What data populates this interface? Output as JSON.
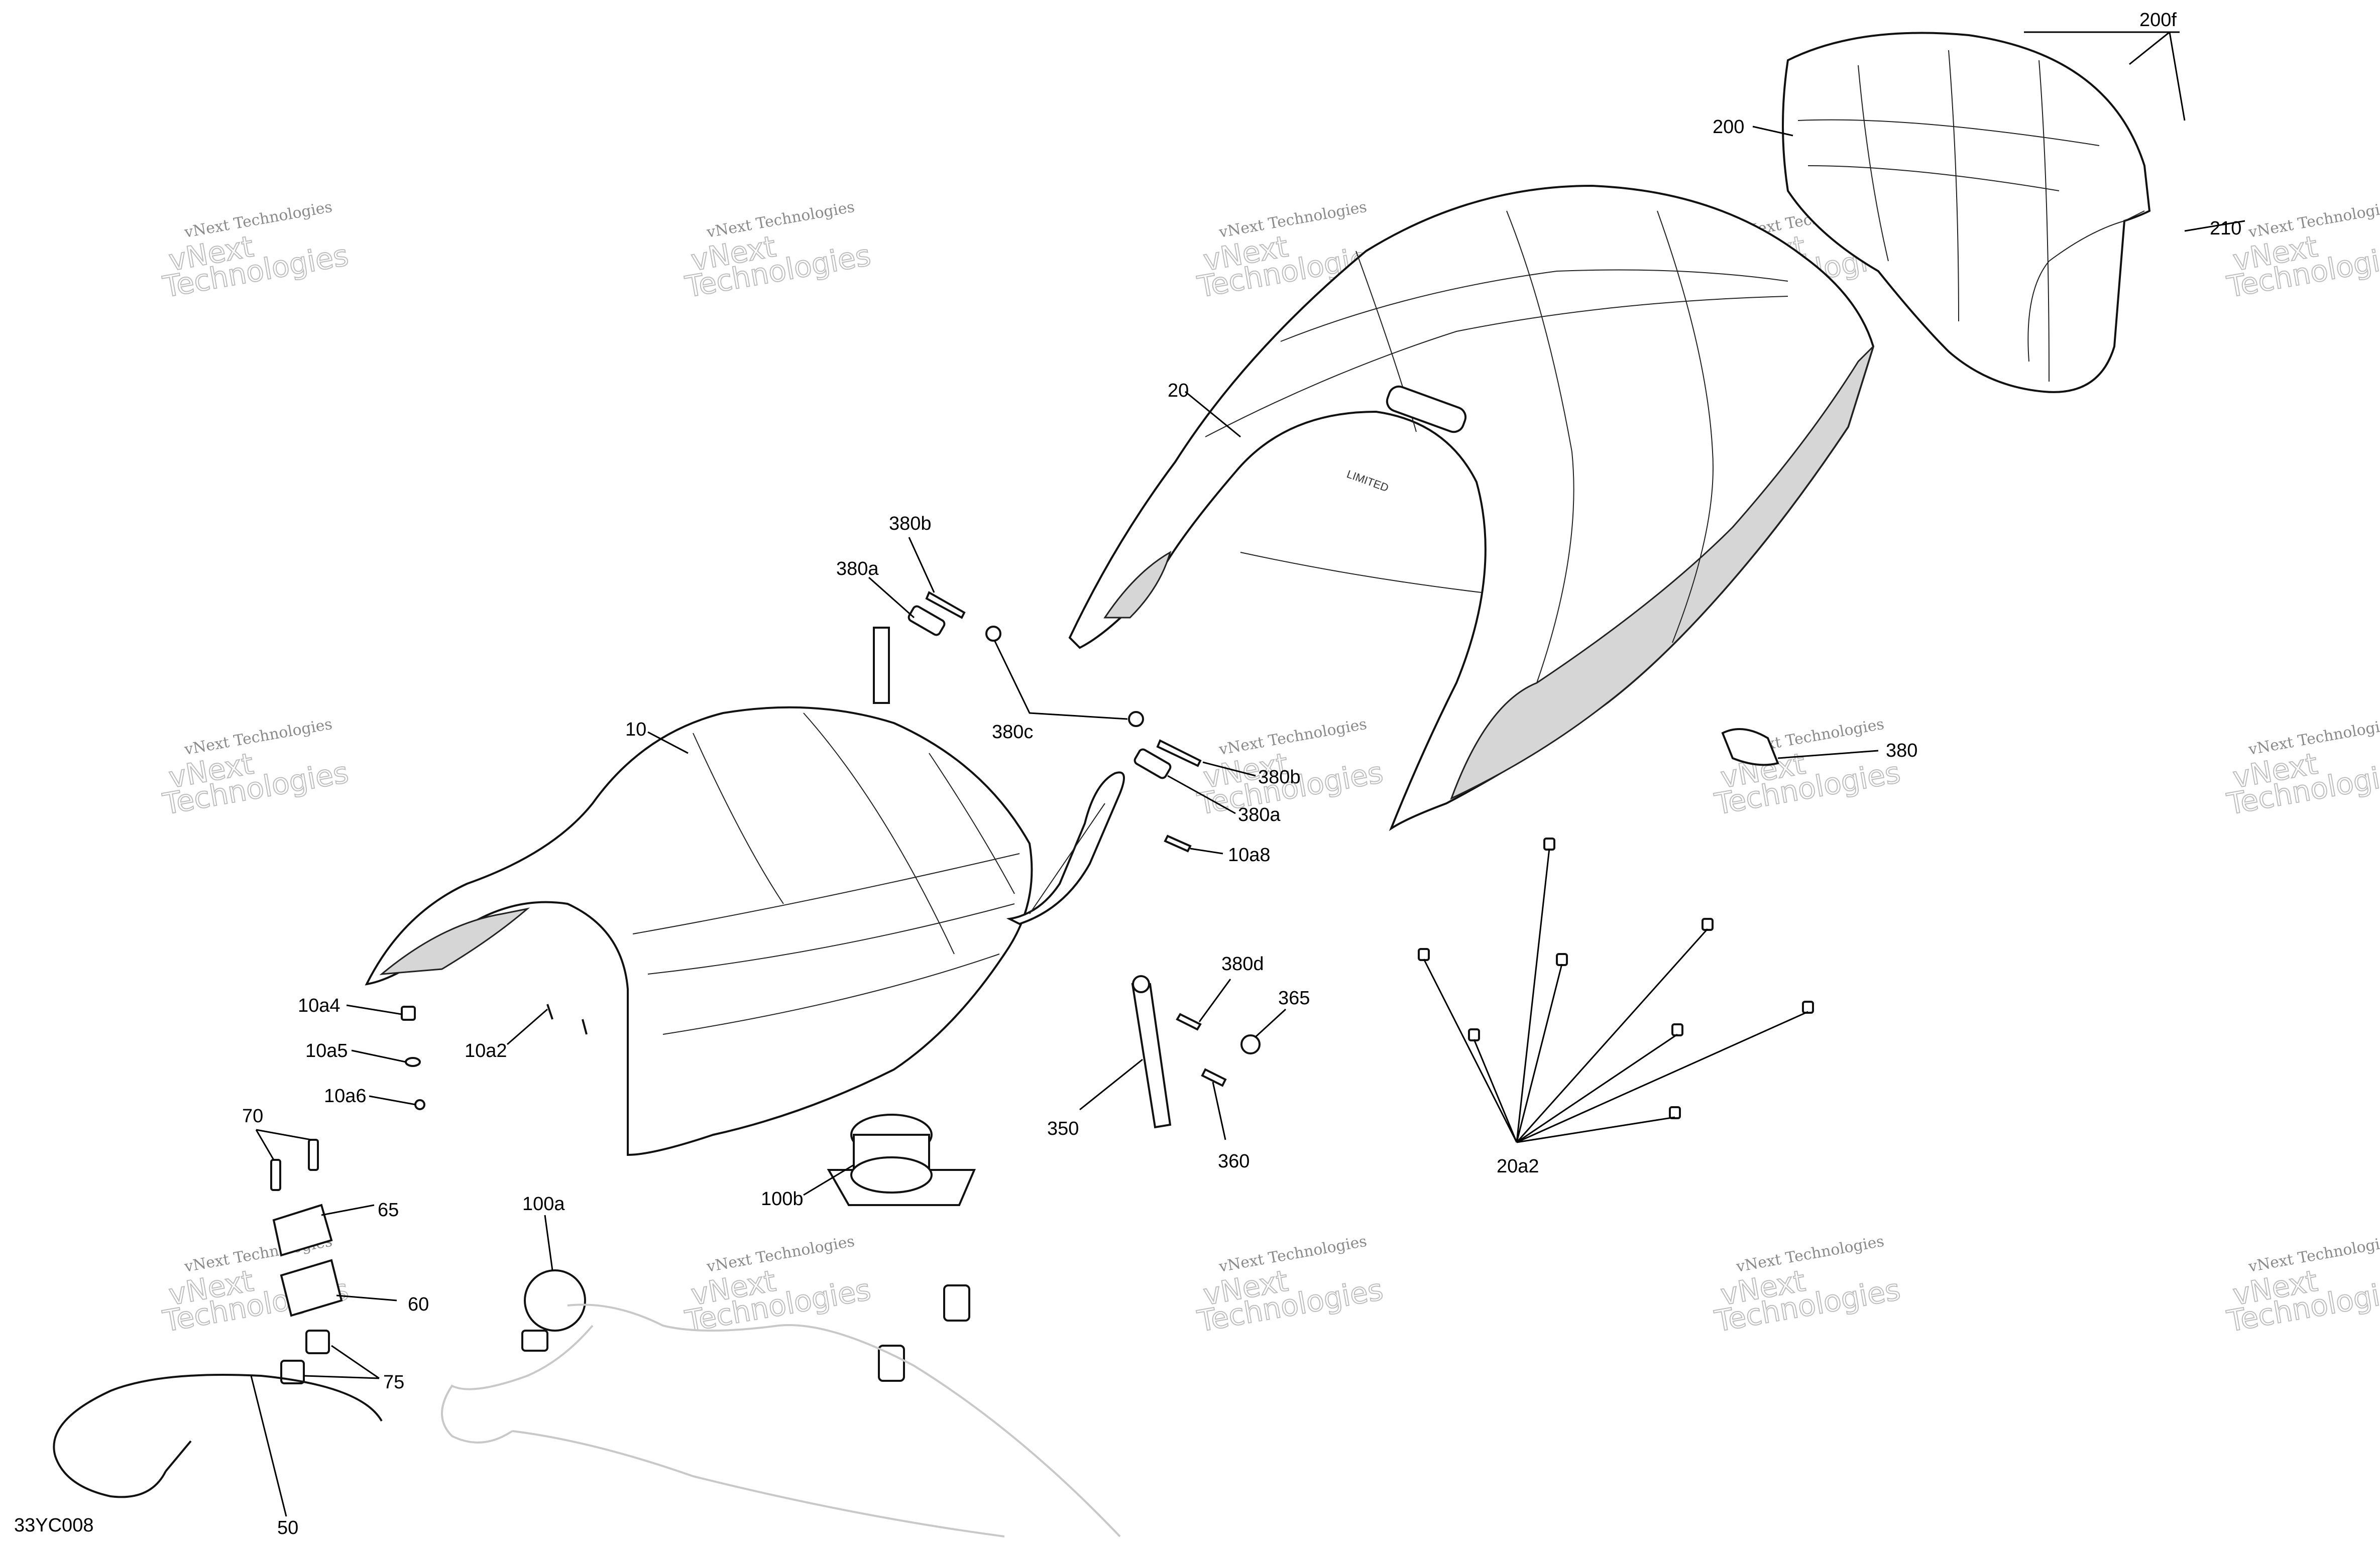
{
  "diagram_code": "33YC008",
  "watermark": {
    "line1": "vNext Technologies",
    "line2": "vNext Technologies"
  },
  "callouts": [
    {
      "id": "c200f",
      "text": "200f"
    },
    {
      "id": "c200",
      "text": "200"
    },
    {
      "id": "c210",
      "text": "210"
    },
    {
      "id": "c20",
      "text": "20"
    },
    {
      "id": "c380b_top",
      "text": "380b"
    },
    {
      "id": "c380a_top",
      "text": "380a"
    },
    {
      "id": "c380c",
      "text": "380c"
    },
    {
      "id": "c380b_mid",
      "text": "380b"
    },
    {
      "id": "c380a_mid",
      "text": "380a"
    },
    {
      "id": "c10a8",
      "text": "10a8"
    },
    {
      "id": "c10",
      "text": "10"
    },
    {
      "id": "c380",
      "text": "380"
    },
    {
      "id": "c10a4",
      "text": "10a4"
    },
    {
      "id": "c10a5",
      "text": "10a5"
    },
    {
      "id": "c10a2",
      "text": "10a2"
    },
    {
      "id": "c10a6",
      "text": "10a6"
    },
    {
      "id": "c380d",
      "text": "380d"
    },
    {
      "id": "c365",
      "text": "365"
    },
    {
      "id": "c350",
      "text": "350"
    },
    {
      "id": "c360",
      "text": "360"
    },
    {
      "id": "c20a2",
      "text": "20a2"
    },
    {
      "id": "c70",
      "text": "70"
    },
    {
      "id": "c65",
      "text": "65"
    },
    {
      "id": "c100a",
      "text": "100a"
    },
    {
      "id": "c100b",
      "text": "100b"
    },
    {
      "id": "c60",
      "text": "60"
    },
    {
      "id": "c75",
      "text": "75"
    },
    {
      "id": "c50",
      "text": "50"
    }
  ]
}
